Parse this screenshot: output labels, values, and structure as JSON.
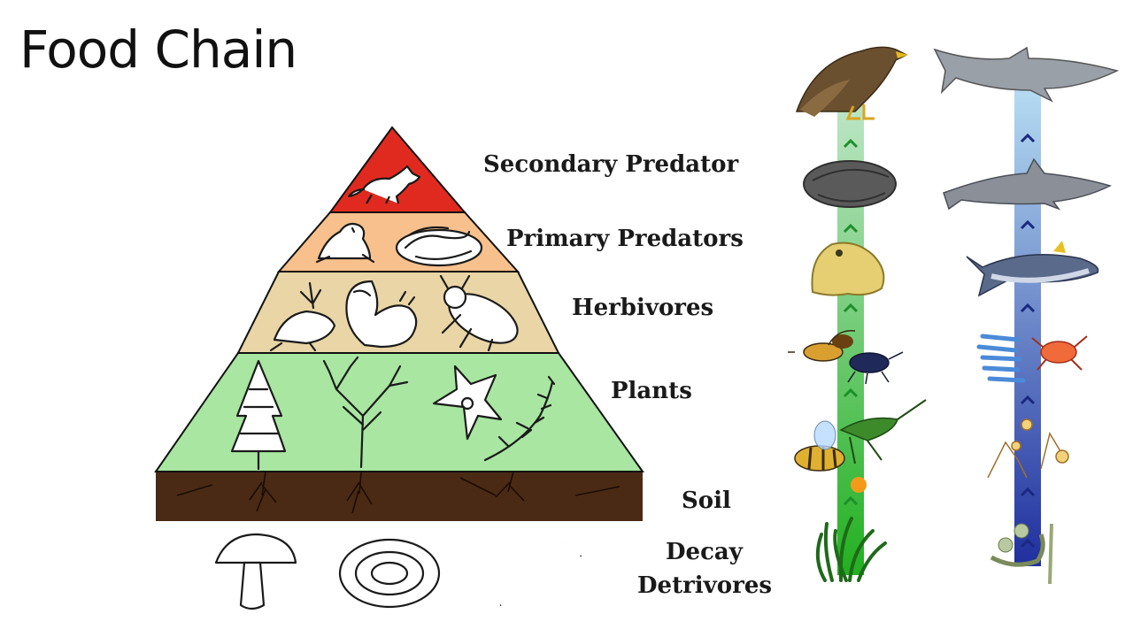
{
  "title": "Food Chain",
  "labels": {
    "secondary_predator": "Secondary Predator",
    "primary_predators": "Primary Predators",
    "herbivores": "Herbivores",
    "plants": "Plants",
    "soil": "Soil",
    "decay": "Decay",
    "detrivores": "Detrivores"
  },
  "colors": {
    "secondary_predator_tier": "#e02a1f",
    "primary_predators_tier": "#f7c08c",
    "herbivores_tier": "#e9d5a5",
    "plants_tier": "#a8e6a1",
    "soil_layer": "#4a2a14",
    "land_column_top": "#bfe6c8",
    "land_column_bottom": "#22b020",
    "sea_column_top": "#b5dcf2",
    "sea_column_bottom": "#1f2f9e"
  },
  "columns": {
    "land": [
      "hawk-icon",
      "snake-icon",
      "toad-icon",
      "wasp-icon",
      "beetle-icon",
      "grasshopper-icon",
      "bee-icon",
      "flower-icon",
      "grass-icon"
    ],
    "sea": [
      "shark-icon",
      "dolphin-icon",
      "tuna-icon",
      "krill-icon",
      "crab-icon",
      "zooplankton-icon",
      "algae-icon"
    ]
  }
}
